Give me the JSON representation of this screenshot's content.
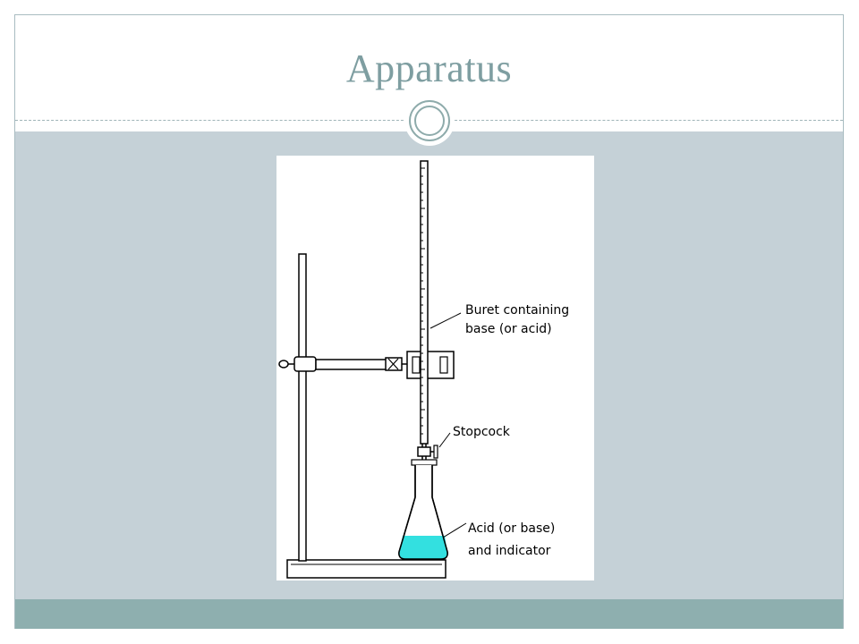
{
  "slide": {
    "title": "Apparatus"
  },
  "diagram": {
    "labels": {
      "buret_line1": "Buret containing",
      "buret_line2": "base (or acid)",
      "stopcock": "Stopcock",
      "flask_line1": "Acid (or base)",
      "flask_line2": "and indicator"
    },
    "colors": {
      "liquid": "#33e0e0",
      "line": "#000000",
      "background": "#ffffff"
    }
  },
  "theme": {
    "title_color": "#7e9ea1",
    "content_bg": "#c5d1d7",
    "footer_band": "#8eafaf"
  }
}
